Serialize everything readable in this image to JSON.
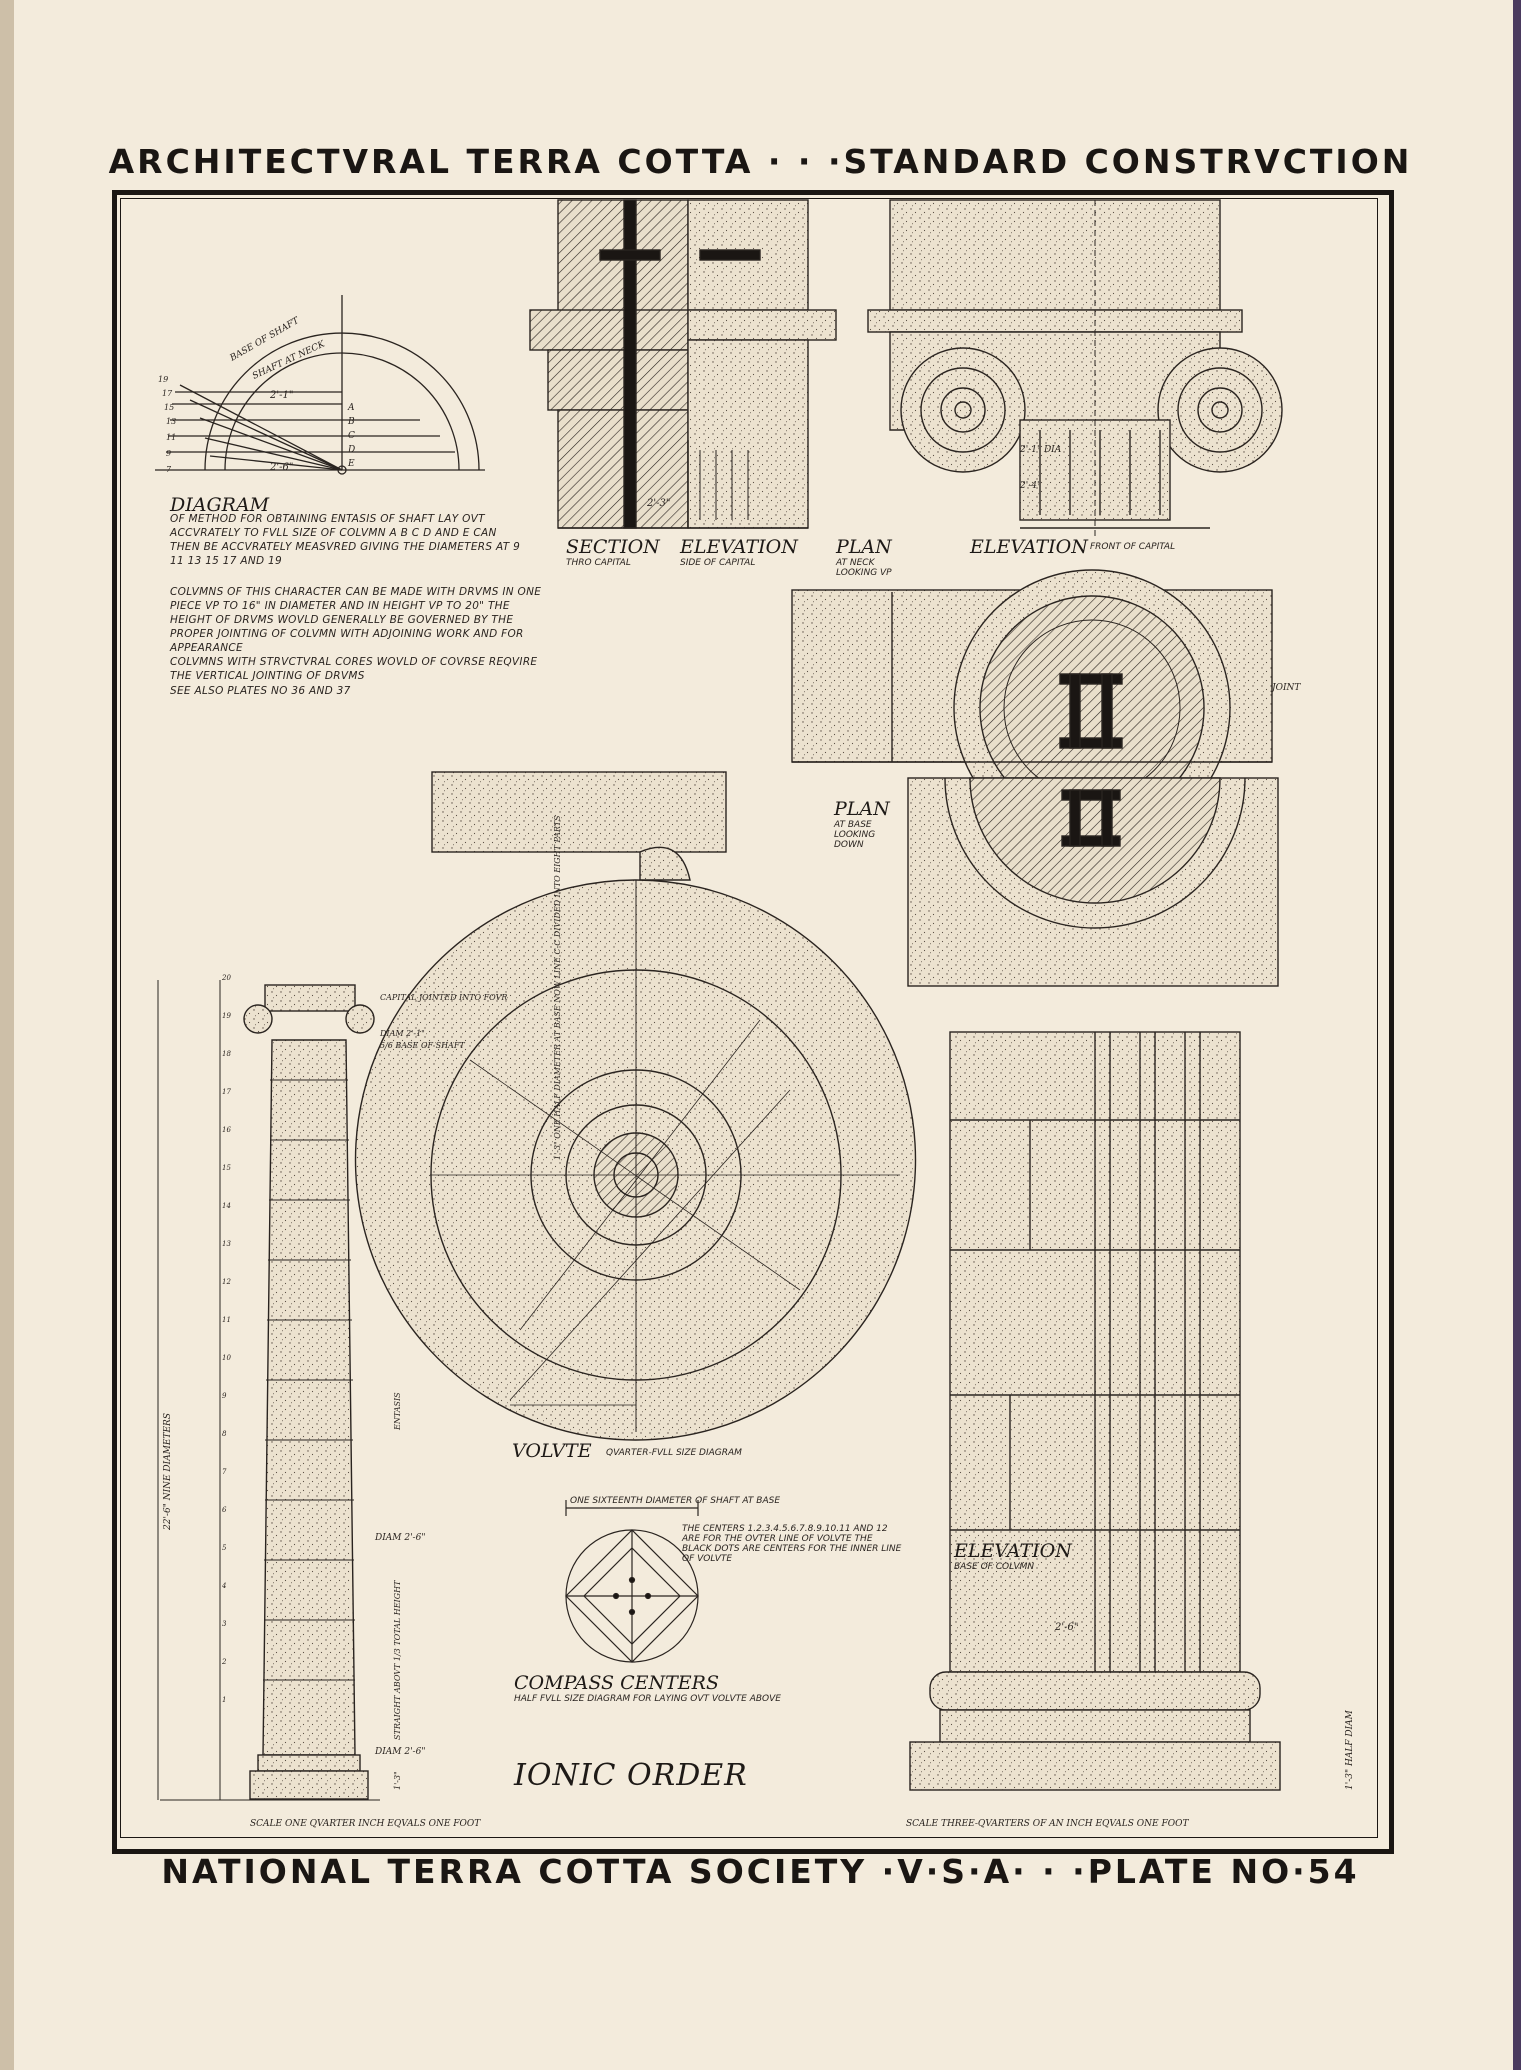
{
  "header": {
    "title": "ARCHITECTVRAL TERRA COTTA · · ·STANDARD CONSTRVCTION"
  },
  "footer": {
    "title": "NATIONAL TERRA COTTA SOCIETY ·V·S·A· · ·PLATE NO·54"
  },
  "diagram": {
    "title": "DIAGRAM",
    "caption": "OF METHOD FOR OBTAINING ENTASIS OF SHAFT LAY OVT ACCVRATELY TO FVLL SIZE OF COLVMN A B C D AND E CAN THEN BE ACCVRATELY MEASVRED GIVING THE DIAMETERS AT 9 11 13 15 17 AND 19",
    "arc_label_outer": "BASE OF SHAFT",
    "arc_label_inner": "SHAFT AT NECK",
    "dim_top": "2'-1\"",
    "dim_bottom": "2'-6\"",
    "letters": [
      "A",
      "B",
      "C",
      "D",
      "E"
    ],
    "numbers": [
      "19",
      "17",
      "15",
      "13",
      "11",
      "9",
      "7"
    ]
  },
  "notes": {
    "drums": "COLVMNS OF THIS CHARACTER CAN BE MADE WITH DRVMS IN ONE PIECE VP TO 16\" IN DIAMETER AND IN HEIGHT VP TO 20\" THE HEIGHT OF DRVMS WOVLD GENERALLY BE GOVERNED BY THE PROPER JOINTING OF COLVMN WITH ADJOINING WORK AND FOR APPEARANCE",
    "cores": "COLVMNS WITH STRVCTVRAL CORES WOVLD OF COVRSE REQVIRE THE VERTICAL JOINTING OF DRVMS",
    "see_also": "SEE ALSO PLATES NO 36 AND 37"
  },
  "views": {
    "section": {
      "title": "SECTION",
      "sub": "THRO CAPITAL"
    },
    "elevation_side": {
      "title": "ELEVATION",
      "sub": "SIDE OF CAPITAL"
    },
    "plan_neck": {
      "title": "PLAN",
      "sub": "AT NECK LOOKING VP"
    },
    "elevation_front": {
      "title": "ELEVATION",
      "sub": "FRONT OF CAPITAL"
    },
    "plan_base": {
      "title": "PLAN",
      "sub": "AT BASE LOOKING DOWN"
    },
    "volute": {
      "title": "VOLVTE",
      "sub": "QVARTER-FVLL SIZE DIAGRAM"
    },
    "compass": {
      "title": "COMPASS CENTERS",
      "sub": "HALF FVLL SIZE DIAGRAM FOR LAYING OVT VOLVTE ABOVE"
    },
    "elevation_base": {
      "title": "ELEVATION",
      "sub": "BASE OF COLVMN"
    }
  },
  "labels": {
    "section_dim": "2'-3\"",
    "dia_capital": "2'-1\" DIA",
    "dim_capital": "2'-4\"",
    "joint": "JOINT",
    "capital_jointed": "CAPITAL JOINTED INTO FOVR",
    "diam_top": "DIAM 2'-1\"",
    "diam_top_sub": "5/6 BASE OF SHAFT",
    "diam_mid": "DIAM 2'-6\"",
    "diam_base": "DIAM 2'-6\"",
    "entasis": "ENTASIS",
    "straight": "STRAIGHT ABOVT 1/3 TOTAL HEIGHT",
    "total_height": "22'-6\" NINE DIAMETERS",
    "base_height": "1'-3\"",
    "volute_axis": "1'-3\" ONE HALF DIAMETER AT BASE NOW LINE C-C DIVIDED INTO EIGHT PARTS",
    "sixteenth": "ONE SIXTEENTH DIAMETER OF SHAFT AT BASE",
    "centers_note": "THE CENTERS 1.2.3.4.5.6.7.8.9.10.11 AND 12 ARE FOR THE OVTER LINE OF VOLVTE THE BLACK DOTS ARE CENTERS FOR THE INNER LINE OF VOLVTE",
    "base_dim": "2'-6\"",
    "half_diam": "1'-3\" HALF DIAM",
    "scale_left": "SCALE ONE QVARTER INCH EQVALS ONE FOOT",
    "scale_right": "SCALE THREE-QVARTERS OF AN INCH EQVALS ONE FOOT",
    "ionic": "IONIC ORDER",
    "module_numbers": [
      "20",
      "19",
      "18",
      "17",
      "16",
      "15",
      "14",
      "13",
      "12",
      "11",
      "10",
      "9",
      "8",
      "7",
      "6",
      "5",
      "4",
      "3",
      "2",
      "1"
    ]
  }
}
